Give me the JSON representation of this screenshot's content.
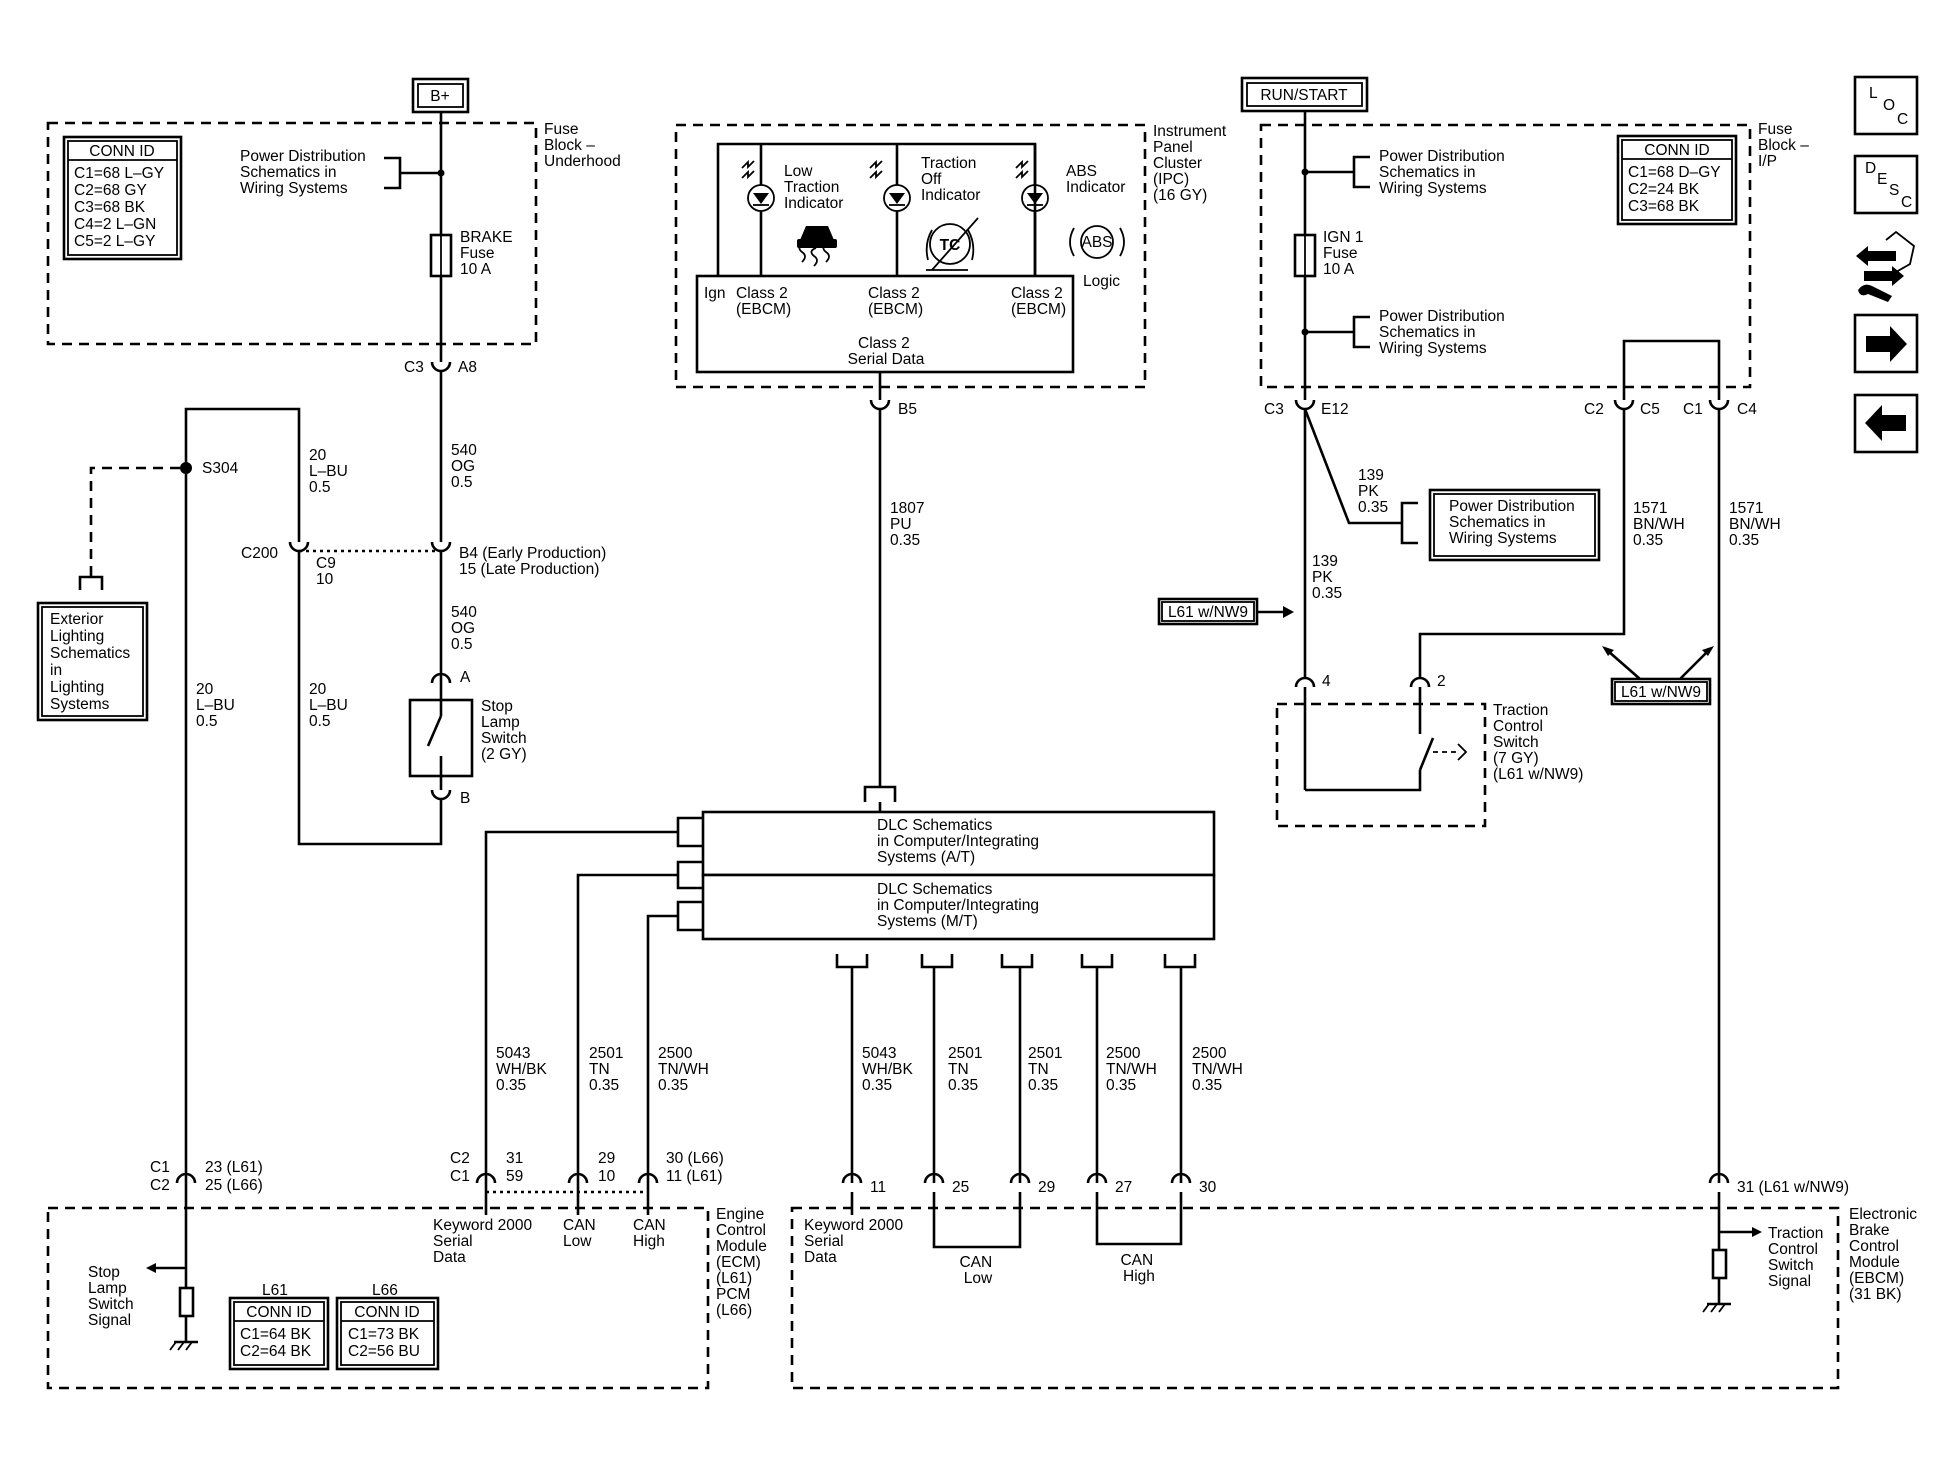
{
  "power_labels": {
    "bplus": "B+",
    "run_start": "RUN/START"
  },
  "fuse_block_underhood": {
    "title": [
      "Fuse",
      "Block –",
      "Underhood"
    ],
    "conn_id_title": "CONN ID",
    "conn_ids": [
      "C1=68 L–GY",
      "C2=68 GY",
      "C3=68 BK",
      "C4=2 L–GN",
      "C5=2 L–GY"
    ],
    "power_dist": [
      "Power Distribution",
      "Schematics in",
      "Wiring Systems"
    ],
    "fuse": [
      "BRAKE",
      "Fuse",
      "10 A"
    ],
    "conn_c3": "C3",
    "conn_a8": "A8"
  },
  "left_wiring": {
    "w540_top": [
      "540",
      "OG",
      "0.5"
    ],
    "w20_top": [
      "20",
      "L–BU",
      "0.5"
    ],
    "s304": "S304",
    "c200": "C200",
    "c9": [
      "C9",
      "10"
    ],
    "b4": [
      "B4 (Early Production)",
      "15 (Late Production)"
    ],
    "w540_mid": [
      "540",
      "OG",
      "0.5"
    ],
    "w20_left": [
      "20",
      "L–BU",
      "0.5"
    ],
    "w20_mid": [
      "20",
      "L–BU",
      "0.5"
    ],
    "ext_lighting": [
      "Exterior",
      "Lighting",
      "Schematics",
      "in",
      "Lighting",
      "Systems"
    ],
    "stop_lamp_switch": [
      "Stop",
      "Lamp",
      "Switch",
      "(2 GY)"
    ],
    "pin_a": "A",
    "pin_b": "B"
  },
  "ipc": {
    "title": [
      "Instrument",
      "Panel",
      "Cluster",
      "(IPC)",
      "(16 GY)"
    ],
    "low_traction": [
      "Low",
      "Traction",
      "Indicator"
    ],
    "traction_off": [
      "Traction",
      "Off",
      "Indicator"
    ],
    "abs_ind": [
      "ABS",
      "Indicator"
    ],
    "abs_symbol": "ABS",
    "tc_symbol": "TC",
    "logic": "Logic",
    "ign": "Ign",
    "class2_a": [
      "Class 2",
      "(EBCM)"
    ],
    "class2_b": [
      "Class 2",
      "(EBCM)"
    ],
    "class2_c": [
      "Class 2",
      "(EBCM)"
    ],
    "serial": [
      "Class 2",
      "Serial Data"
    ],
    "b5": "B5",
    "wire": [
      "1807",
      "PU",
      "0.35"
    ]
  },
  "dlc": {
    "at": [
      "DLC Schematics",
      "in Computer/Integrating",
      "Systems (A/T)"
    ],
    "mt": [
      "DLC Schematics",
      "in Computer/Integrating",
      "Systems (M/T)"
    ]
  },
  "ecm": {
    "title": [
      "Engine",
      "Control",
      "Module",
      "(ECM)",
      "(L61)",
      "PCM",
      "(L66)"
    ],
    "c1c2": [
      "C1",
      "C2"
    ],
    "c2c1": [
      "C2",
      "C1"
    ],
    "pin_23_25": [
      "23 (L61)",
      "25 (L66)"
    ],
    "pin_31_59": [
      "31",
      "59"
    ],
    "pin_29_10": [
      "29",
      "10"
    ],
    "pin_30_11": [
      "30 (L66)",
      "11 (L61)"
    ],
    "keyword": [
      "Keyword 2000",
      "Serial",
      "Data"
    ],
    "can_low": [
      "CAN",
      "Low"
    ],
    "can_high": [
      "CAN",
      "High"
    ],
    "stop_signal": [
      "Stop",
      "Lamp",
      "Switch",
      "Signal"
    ],
    "l61": "L61",
    "l66": "L66",
    "conn_id_title": "CONN ID",
    "l61_conn": [
      "C1=64 BK",
      "C2=64 BK"
    ],
    "l66_conn": [
      "C1=73 BK",
      "C2=56 BU"
    ],
    "w5043": [
      "5043",
      "WH/BK",
      "0.35"
    ],
    "w2501": [
      "2501",
      "TN",
      "0.35"
    ],
    "w2500": [
      "2500",
      "TN/WH",
      "0.35"
    ]
  },
  "ebcm": {
    "title": [
      "Electronic",
      "Brake",
      "Control",
      "Module",
      "(EBCM)",
      "(31 BK)"
    ],
    "w5043": [
      "5043",
      "WH/BK",
      "0.35"
    ],
    "w2501a": [
      "2501",
      "TN",
      "0.35"
    ],
    "w2501b": [
      "2501",
      "TN",
      "0.35"
    ],
    "w2500a": [
      "2500",
      "TN/WH",
      "0.35"
    ],
    "w2500b": [
      "2500",
      "TN/WH",
      "0.35"
    ],
    "p11": "11",
    "p25": "25",
    "p29": "29",
    "p27": "27",
    "p30": "30",
    "p31": "31 (L61 w/NW9)",
    "keyword": [
      "Keyword 2000",
      "Serial",
      "Data"
    ],
    "can_low": [
      "CAN",
      "Low"
    ],
    "can_high": [
      "CAN",
      "High"
    ],
    "tcs_signal": [
      "Traction",
      "Control",
      "Switch",
      "Signal"
    ]
  },
  "fuse_block_ip": {
    "title": [
      "Fuse",
      "Block –",
      "I/P"
    ],
    "conn_id_title": "CONN ID",
    "conn_ids": [
      "C1=68 D–GY",
      "C2=24 BK",
      "C3=68 BK"
    ],
    "power_dist_1": [
      "Power Distribution",
      "Schematics in",
      "Wiring Systems"
    ],
    "power_dist_2": [
      "Power Distribution",
      "Schematics in",
      "Wiring Systems"
    ],
    "fuse": [
      "IGN 1",
      "Fuse",
      "10 A"
    ],
    "c3": "C3",
    "e12": "E12",
    "c2": "C2",
    "c5": "C5",
    "c1": "C1",
    "c4": "C4",
    "w139a": [
      "139",
      "PK",
      "0.35"
    ],
    "pd_box": [
      "Power Distribution",
      "Schematics in",
      "Wiring Systems"
    ],
    "w139b": [
      "139",
      "PK",
      "0.35"
    ],
    "w1571a": [
      "1571",
      "BN/WH",
      "0.35"
    ],
    "w1571b": [
      "1571",
      "BN/WH",
      "0.35"
    ],
    "option_a": "L61 w/NW9",
    "option_b": "L61 w/NW9",
    "tcs": [
      "Traction",
      "Control",
      "Switch",
      "(7 GY)",
      "(L61 w/NW9)"
    ],
    "pin4": "4",
    "pin2": "2"
  },
  "nav": {
    "loc": [
      "L",
      "O",
      "C"
    ],
    "desc": [
      "D",
      "E",
      "S",
      "C"
    ]
  }
}
